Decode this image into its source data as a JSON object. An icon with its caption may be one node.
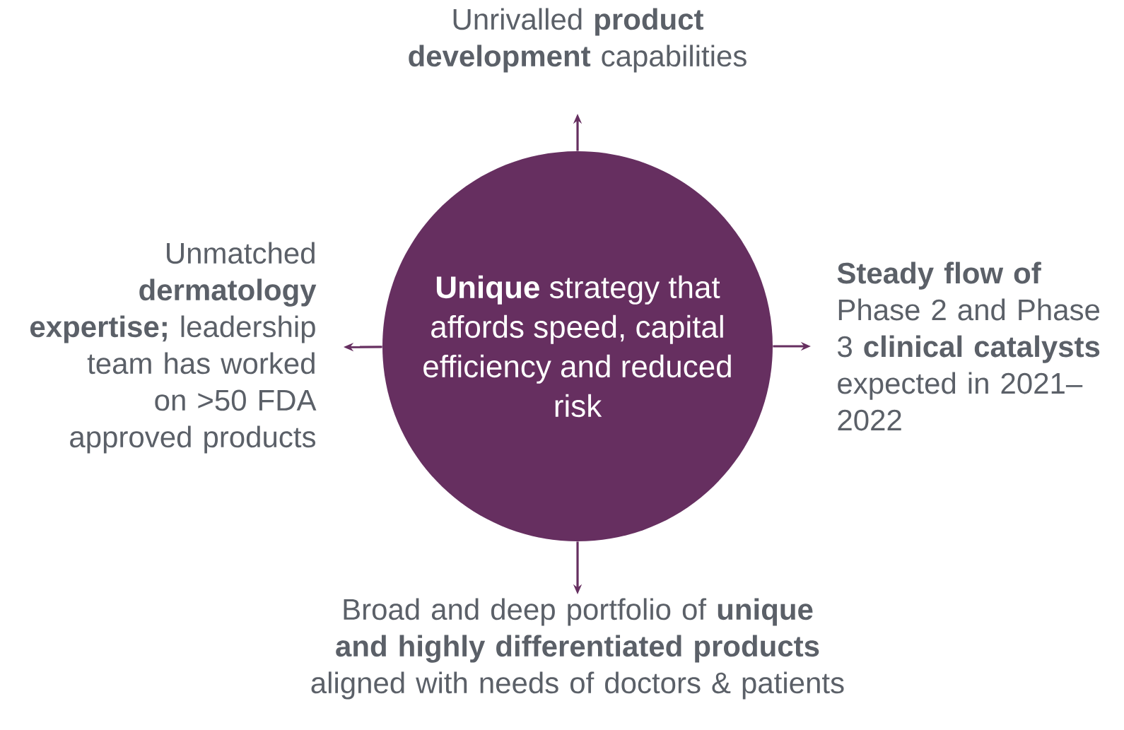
{
  "diagram": {
    "nodes": [
      {
        "text": [
          "**Unique** strategy that affords speed, capital efficiency and reduced risk"
        ]
      },
      {
        "text": [
          "Unrivalled **product development** capabilities"
        ]
      },
      {
        "text": [
          "Unmatched **dermatology expertise;** leadership team has worked on >50 FDA approved products"
        ]
      },
      {
        "text": [
          "**Steady flow of** Phase 2 and Phase 3 **clinical catalysts** expected in 2021–2022"
        ]
      },
      {
        "text": [
          "Broad and deep portfolio of **unique and highly differentiated products** aligned with needs of doctors & patients"
        ]
      }
    ],
    "edges": [
      {
        "from": 0,
        "to": 1,
        "arrow": "to"
      },
      {
        "from": 0,
        "to": 2,
        "arrow": "to"
      },
      {
        "from": 0,
        "to": 3,
        "arrow": "to"
      },
      {
        "from": 0,
        "to": 4,
        "arrow": "to"
      }
    ]
  }
}
